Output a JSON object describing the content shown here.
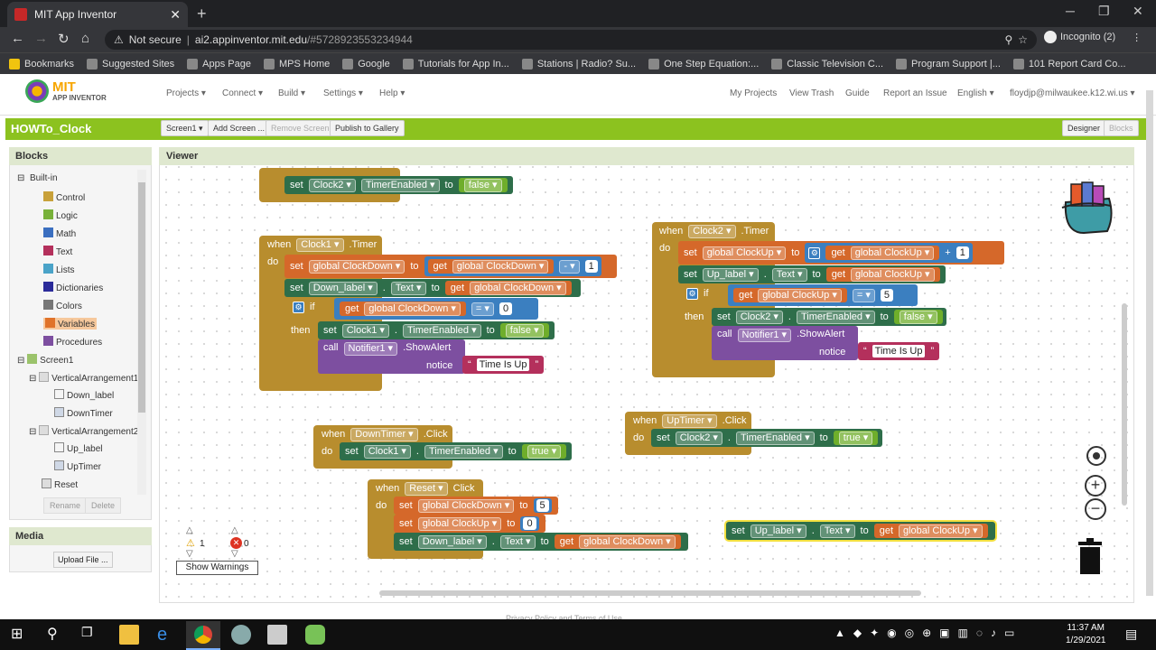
{
  "browser": {
    "tab_title": "MIT App Inventor",
    "new_tab": "+",
    "security": "Not secure",
    "url_host": "ai2.appinventor.mit.edu",
    "url_rest": "/#5728923553234944",
    "profile": "Incognito (2)",
    "bookmarks": [
      "Bookmarks",
      "Suggested Sites",
      "Apps Page",
      "MPS Home",
      "Google",
      "Tutorials for App In...",
      "Stations | Radio? Su...",
      "One Step Equation:...",
      "Classic Television C...",
      "Program Support |...",
      "101 Report Card Co..."
    ]
  },
  "app": {
    "logo_top": "MIT",
    "logo_bottom": "APP INVENTOR",
    "menus": [
      "Projects ▾",
      "Connect ▾",
      "Build ▾",
      "Settings ▾",
      "Help ▾"
    ],
    "right_links": [
      "My Projects",
      "View Trash",
      "Guide",
      "Report an Issue",
      "English ▾",
      "floydjp@milwaukee.k12.wi.us ▾"
    ],
    "project_name": "HOWTo_Clock",
    "screen_btn": "Screen1 ▾",
    "add_screen": "Add Screen ...",
    "remove_screen": "Remove Screen",
    "publish": "Publish to Gallery",
    "designer": "Designer",
    "blocks_btn": "Blocks"
  },
  "blocks_panel": {
    "title": "Blocks",
    "builtin": "Built-in",
    "items": [
      {
        "label": "Control",
        "color": "#c8a13a"
      },
      {
        "label": "Logic",
        "color": "#78b13a"
      },
      {
        "label": "Math",
        "color": "#3b6fc0"
      },
      {
        "label": "Text",
        "color": "#b4305c"
      },
      {
        "label": "Lists",
        "color": "#4aa3c8"
      },
      {
        "label": "Dictionaries",
        "color": "#2b2b9a"
      },
      {
        "label": "Colors",
        "color": "#777777"
      },
      {
        "label": "Variables",
        "color": "#e0732a"
      },
      {
        "label": "Procedures",
        "color": "#7d4fa0"
      }
    ],
    "components": [
      "Screen1",
      "VerticalArrangement1",
      "Down_label",
      "DownTimer",
      "VerticalArrangement2",
      "Up_label",
      "UpTimer",
      "Reset"
    ],
    "rename": "Rename",
    "delete": "Delete"
  },
  "media": {
    "title": "Media",
    "upload": "Upload File ..."
  },
  "viewer": {
    "title": "Viewer"
  },
  "workspace": {
    "kw_set": "set",
    "kw_to": "to",
    "kw_get": "get",
    "kw_when": "when",
    "kw_do": "do",
    "kw_if": "if",
    "kw_then": "then",
    "kw_call": "call",
    "kw_notice": "notice",
    "clock1": "Clock1 ▾",
    "clock2": "Clock2 ▾",
    "timer": ".Timer",
    "timer_enabled": "TimerEnabled ▾",
    "false": "false ▾",
    "true": "true ▾",
    "clockdown": "global ClockDown ▾",
    "clockup": "global ClockUp ▾",
    "down_label": "Down_label ▾",
    "up_label": "Up_label ▾",
    "text": "Text ▾",
    "dot": ".",
    "minus": "- ▾",
    "plus": "+",
    "eq": "= ▾",
    "n0": "0",
    "n1": "1",
    "n5": "5",
    "notifier": "Notifier1 ▾",
    "show_alert": ".ShowAlert",
    "times_up": "Time Is Up",
    "downtimer": "DownTimer ▾",
    "uptimer": "UpTimer ▾",
    "reset": "Reset ▾",
    "click": ".Click",
    "click2": "Click"
  },
  "warnings": {
    "warn_count": "1",
    "err_count": "0",
    "show": "Show Warnings"
  },
  "footer": "Privacy Policy and Terms of Use",
  "taskbar": {
    "time": "11:37 AM",
    "date": "1/29/2021"
  }
}
